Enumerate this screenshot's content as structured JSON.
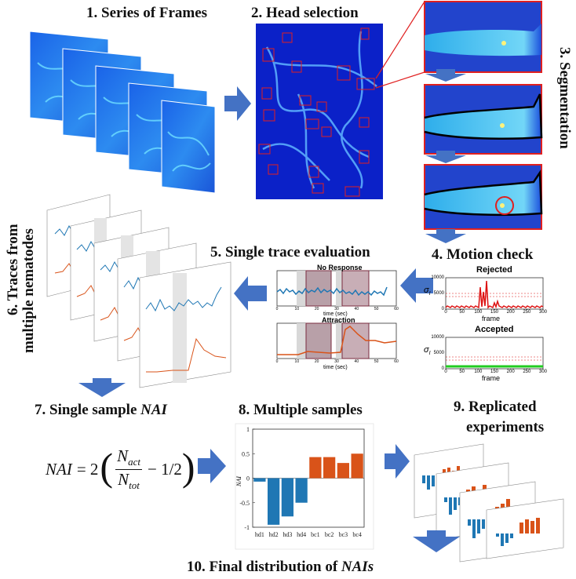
{
  "steps": {
    "s1": "1. Series of Frames",
    "s2": "2. Head selection",
    "s3": "3. Segmentation",
    "s4": "4. Motion check",
    "s5": "5. Single trace evaluation",
    "s6a": "6. Traces from",
    "s6b": "multiple nematodes",
    "s7_prefix": "7. Single sample ",
    "s7_em": "NAI",
    "s8": "8. Multiple samples",
    "s9a": "9. Replicated",
    "s9b": "experiments",
    "s10_prefix": "10. Final distribution of ",
    "s10_em": "NAIs"
  },
  "formula": {
    "lhs": "NAI",
    "eq": "= 2",
    "num": "N",
    "num_sub": "act",
    "den": "N",
    "den_sub": "tot",
    "tail": "− 1/2"
  },
  "motion": {
    "rejected_title": "Rejected",
    "accepted_title": "Accepted",
    "ylabel": "σ",
    "ylabel_sub": "I",
    "xlabel": "frame",
    "yticks": [
      "10000",
      "5000",
      "0"
    ],
    "xticks": [
      "0",
      "50",
      "100",
      "150",
      "200",
      "250",
      "300"
    ],
    "rejected_color": "#dd1111",
    "accepted_color": "#22cc22"
  },
  "traces": {
    "top_title": "No Response",
    "bottom_title": "Attraction",
    "xlabel": "time (sec)",
    "xticks": [
      "0",
      "10",
      "20",
      "30",
      "40",
      "50",
      "60"
    ],
    "top_color": "#1f77b4",
    "bottom_color": "#d95319"
  },
  "chart_data": {
    "type": "bar",
    "categories": [
      "hd1",
      "hd2",
      "hd3",
      "hd4",
      "bc1",
      "bc2",
      "bc3",
      "bc4"
    ],
    "values": [
      -0.07,
      -0.95,
      -0.78,
      -0.5,
      0.43,
      0.43,
      0.31,
      0.5
    ],
    "colors": [
      "#1f77b4",
      "#1f77b4",
      "#1f77b4",
      "#1f77b4",
      "#d95319",
      "#d95319",
      "#d95319",
      "#d95319"
    ],
    "ylabel": "NAI",
    "ylim": [
      -1,
      1
    ],
    "yticks": [
      "1",
      "0.5",
      "0",
      "-0.5",
      "-1"
    ],
    "grid": false
  },
  "colors": {
    "arrow": "#4472c4",
    "frame_blue": "#2a4ff0",
    "roi": "#e02020"
  }
}
